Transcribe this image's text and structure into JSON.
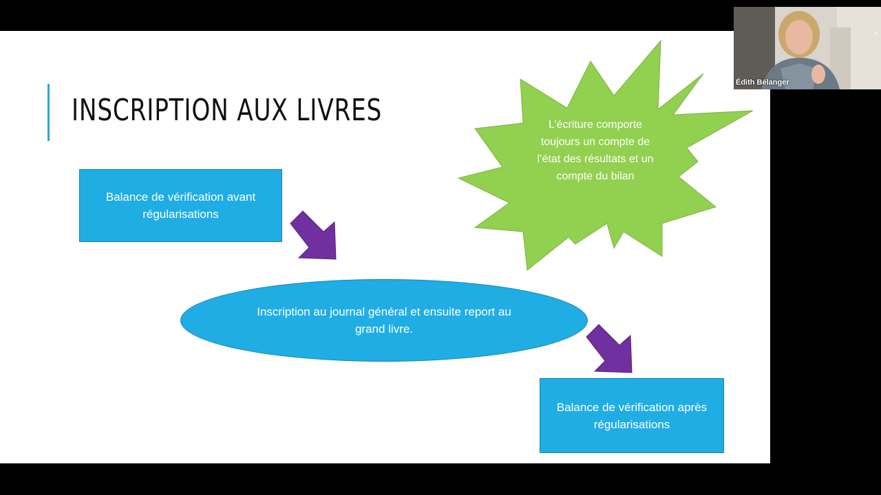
{
  "slide": {
    "title": "INSCRIPTION AUX LIVRES",
    "box_before": "Balance de vérification avant régularisations",
    "ellipse_text": "Inscription au journal général et ensuite report au grand livre.",
    "box_after": "Balance de vérification après régularisations",
    "starburst_text": "L’écriture comporte toujours un compte de l’état des résultats et un compte du bilan"
  },
  "colors": {
    "box_fill": "#1fade4",
    "arrow": "#7030a0",
    "starburst": "#92d050",
    "accent": "#2fa3d6"
  },
  "webcam": {
    "participant_name": "Édith Bélanger",
    "caret": "^"
  }
}
